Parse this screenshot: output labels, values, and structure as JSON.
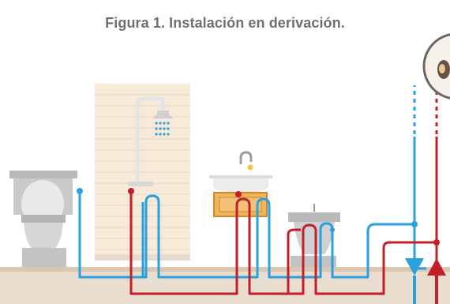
{
  "figure": {
    "title": "Figura 1. Instalación en derivación."
  },
  "colors": {
    "cold_water": "#2aa0dc",
    "hot_water": "#c21f2b",
    "floor": "#e9ddd0",
    "floor_edge": "#d5c1ae",
    "tile_wall": "#f7ead9",
    "fixtures": "#c9cacb",
    "heater_tank": "#f0b45a"
  },
  "icons": [
    "toilet-icon",
    "shower-icon",
    "sink-icon",
    "bidet-icon",
    "water-heater-icon",
    "cold-water-inlet-arrow",
    "hot-water-outlet-arrow"
  ]
}
